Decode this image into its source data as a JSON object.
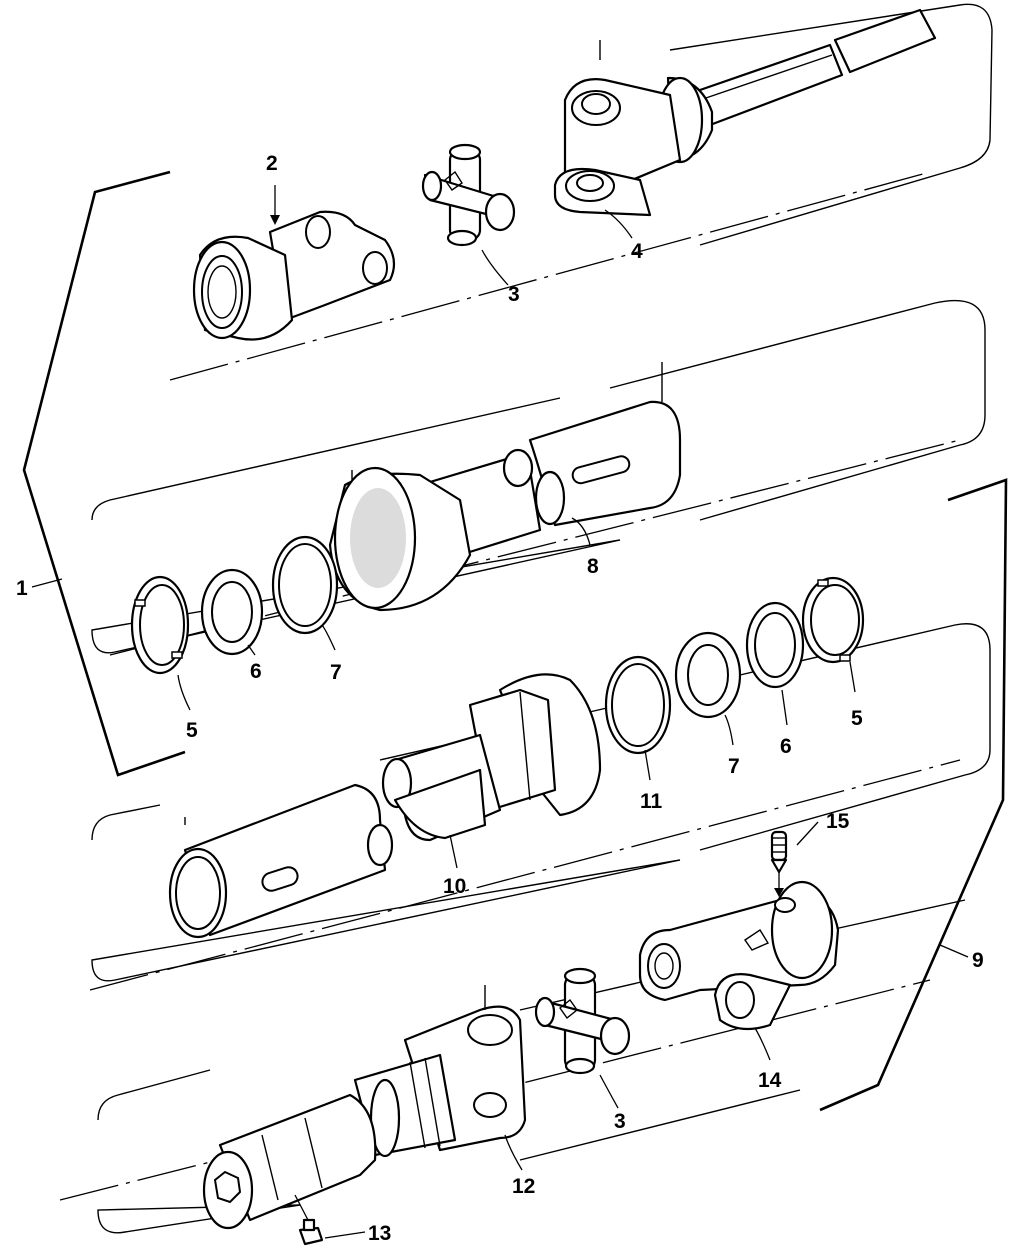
{
  "callouts": {
    "c1": "1",
    "c2": "2",
    "c3_top": "3",
    "c4": "4",
    "c5_left": "5",
    "c6_left": "6",
    "c7_left": "7",
    "c8": "8",
    "c5_right": "5",
    "c6_right": "6",
    "c7_right": "7",
    "c11": "11",
    "c10": "10",
    "c15": "15",
    "c9": "9",
    "c14": "14",
    "c3_bottom": "3",
    "c12": "12",
    "c13": "13"
  },
  "icons": [
    "yoke-shaft-assembly",
    "shielded-yoke",
    "cross-bearing-kit",
    "snap-ring",
    "bearing-ring",
    "retaining-ring",
    "outer-guard-tube",
    "inner-shield-tube",
    "lock-yoke",
    "grease-fitting",
    "splined-yoke",
    "bolt"
  ]
}
